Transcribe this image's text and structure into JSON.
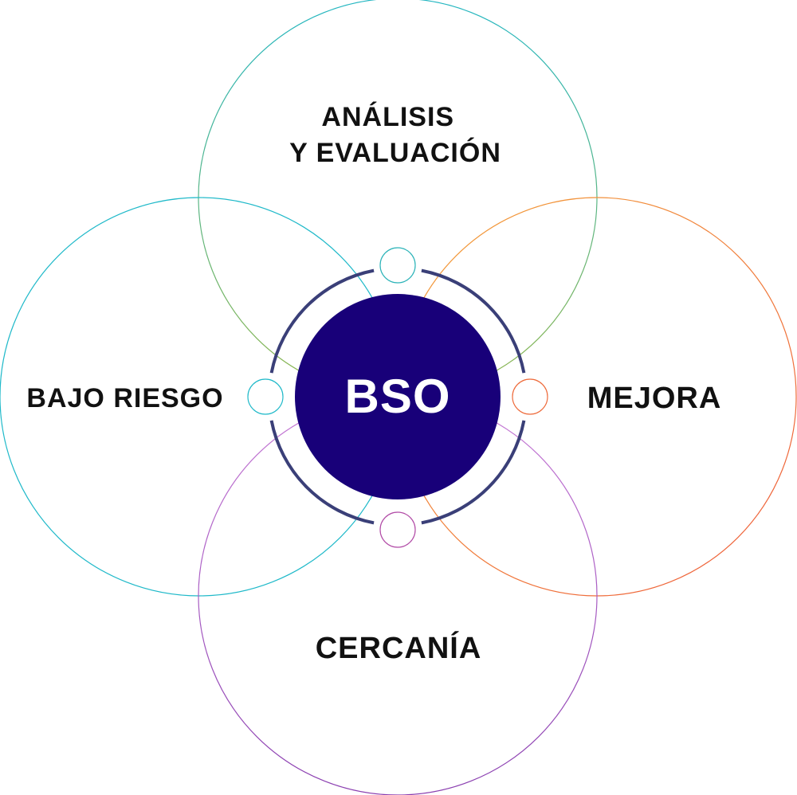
{
  "center": {
    "label": "BSO",
    "fill_color": "#180079",
    "ring_color": "#3a3f78"
  },
  "petals": [
    {
      "key": "top",
      "lines": [
        "ANÁLISIS",
        "Y EVALUACIÓN"
      ],
      "color_a": "#21b6c2",
      "color_b": "#8fb54a"
    },
    {
      "key": "left",
      "lines": [
        "BAJO RIESGO"
      ],
      "color_a": "#1fb9c9",
      "color_b": "#1fb9c9"
    },
    {
      "key": "right",
      "lines": [
        "MEJORA"
      ],
      "color_a": "#f3a23a",
      "color_b": "#ee5a3a"
    },
    {
      "key": "bottom",
      "lines": [
        "CERCANÍA"
      ],
      "color_a": "#c77bd6",
      "color_b": "#8a3fb0"
    }
  ]
}
